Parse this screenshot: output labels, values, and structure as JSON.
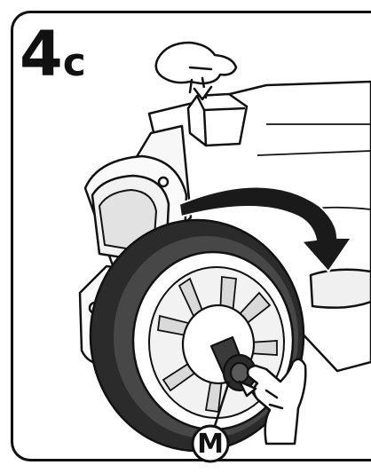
{
  "step": {
    "number": "4",
    "sub": "c"
  },
  "callout": {
    "label": "M"
  },
  "colors": {
    "outline": "#111111",
    "tire": "#2b2b2b",
    "tire_shade": "#474747",
    "body": "#ffffff",
    "arrow": "#1a1a1a"
  },
  "icons": {
    "press_hand": "pointing-hand-press-icon",
    "rotate_arrow": "curved-rotation-arrow-icon",
    "pinch_hand": "pinching-hand-icon",
    "callout": "part-callout-circle-icon"
  }
}
